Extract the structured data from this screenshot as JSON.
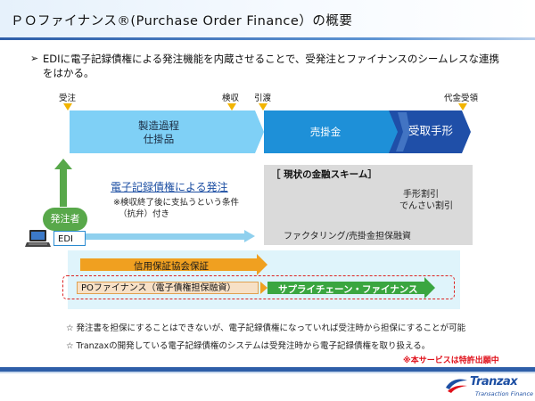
{
  "title": "ＰＯファイナンス®(Purchase Order Finance）の概要",
  "lead": {
    "bullet": "➢",
    "line1": "EDIに電子記録債権による発注機能を内蔵させることで、受発注とファイナンスのシームレスな連携",
    "line2": "をはかる。"
  },
  "milestones": {
    "order": "受注",
    "inspection": "検収",
    "delivery": "引渡",
    "payment": "代金受領"
  },
  "stages": {
    "manufacturing_line1": "製造過程",
    "manufacturing_line2": "仕掛品",
    "receivable": "売掛金",
    "bill": "受取手形"
  },
  "orderer": {
    "label": "発注者",
    "system": "EDI"
  },
  "erecord": {
    "heading": "電子記録債権による発注",
    "condition_line1": "※検収終了後に支払うという条件",
    "condition_line2": "（抗弁）付き"
  },
  "current_scheme": {
    "heading": "［ 現状の金融スキーム］",
    "bill_discount_line1": "手形割引",
    "bill_discount_line2": "でんさい割引",
    "factoring": "ファクタリング/売掛金担保融資"
  },
  "finance": {
    "credit_guarantee": "信用保証協会保証",
    "po_finance": "POファイナンス（電子債権担保融資）",
    "supply_chain": "サプライチェーン・ファイナンス"
  },
  "notes": {
    "note1": "☆ 発注書を担保にすることはできないが、電子記録債権になっていれば受注時から担保にすることが可能",
    "note2": "☆ Tranzaxの開発している電子記録債権のシステムは受発注時から電子記録債権を取り扱える。",
    "patent": "※本サービスは特許出願中"
  },
  "brand": {
    "name": "Tranzax",
    "tagline": "Transaction Finance"
  },
  "colors": {
    "title_rule": "#2e5ea8",
    "marker": "#f2b400",
    "stage_light": "#7fd0f6",
    "stage_mid": "#1e90d8",
    "stage_dark": "#1f4fa8",
    "erecord_text": "#1d4fa3",
    "orderer_green": "#58a84a",
    "credit_orange": "#f0a020",
    "supply_green": "#3aa640",
    "dashed_red": "#dd2222",
    "patent_red": "#e0101a"
  },
  "icons": {
    "laptop": "laptop-icon",
    "triangle_marker": "triangle-marker-icon",
    "bullet": "arrow-bullet-icon"
  }
}
